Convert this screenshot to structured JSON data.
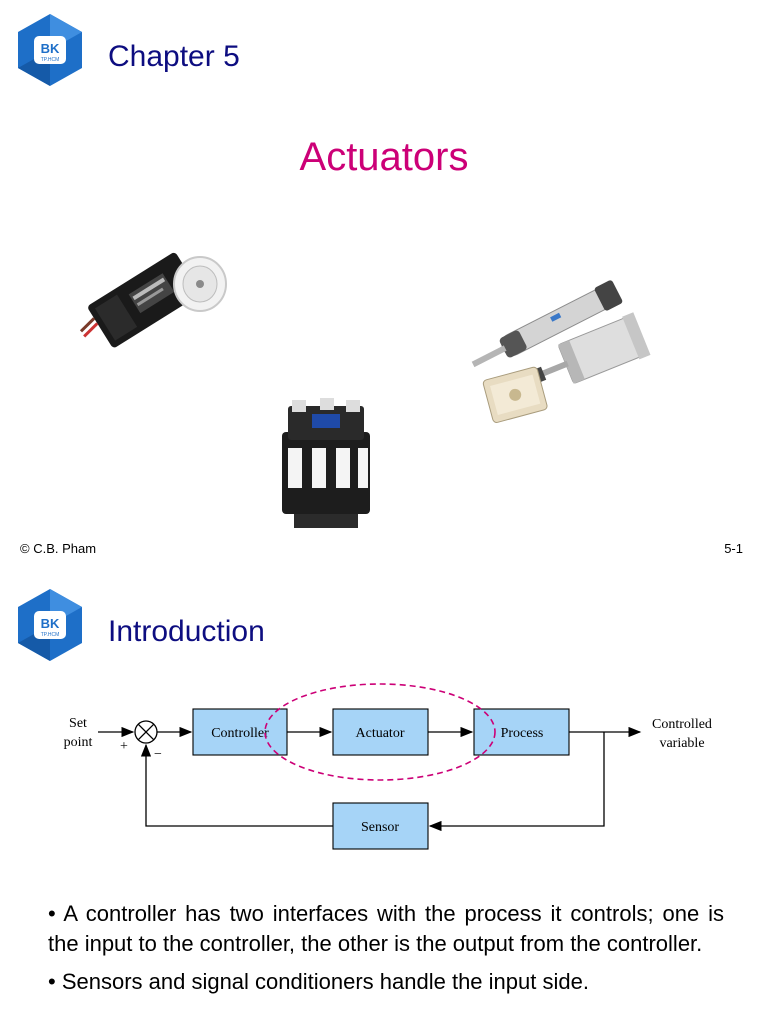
{
  "slide1": {
    "logo_text": "BK",
    "logo_subtext": "TP.HCM",
    "chapter": "Chapter 5",
    "title": "Actuators",
    "footer_copyright": "© C.B. Pham",
    "page_number": "5-1"
  },
  "slide2": {
    "logo_text": "BK",
    "logo_subtext": "TP.HCM",
    "title": "Introduction",
    "diagram": {
      "set_point_line1": "Set",
      "set_point_line2": "point",
      "plus": "+",
      "minus": "−",
      "controller": "Controller",
      "actuator": "Actuator",
      "process": "Process",
      "sensor": "Sensor",
      "output_line1": "Controlled",
      "output_line2": "variable"
    },
    "bullets": [
      "• A controller has two interfaces with the process it controls; one is the input to the controller, the other is the output from the controller.",
      "• Sensors and signal conditioners handle the input side."
    ]
  },
  "colors": {
    "brand_blue": "#1e6fc8",
    "title_magenta": "#cc0077",
    "heading_navy": "#0d0d80",
    "block_fill": "#a6d4f7",
    "ellipse": "#cc0077"
  }
}
